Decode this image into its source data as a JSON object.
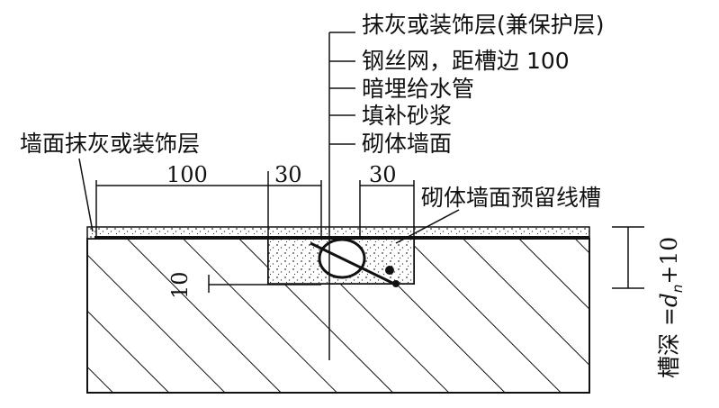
{
  "labels": {
    "plaster_finish_protect": "抹灰或装饰层(兼保护层)",
    "wire_mesh": "钢丝网，距槽边 100",
    "concealed_pipe": "暗埋给水管",
    "fill_mortar": "填补砂浆",
    "masonry_surface": "砌体墙面",
    "wall_plaster": "墙面抹灰或装饰层",
    "reserved_groove": "砌体墙面预留线槽",
    "groove_depth_prefix": "槽深 =",
    "groove_depth_var": "d",
    "groove_depth_sub": "n",
    "groove_depth_suffix": "+10"
  },
  "dimensions": {
    "mesh_overlap_left": "100",
    "groove_margin_left": "30",
    "groove_margin_right": "30",
    "pipe_clearance": "10"
  }
}
